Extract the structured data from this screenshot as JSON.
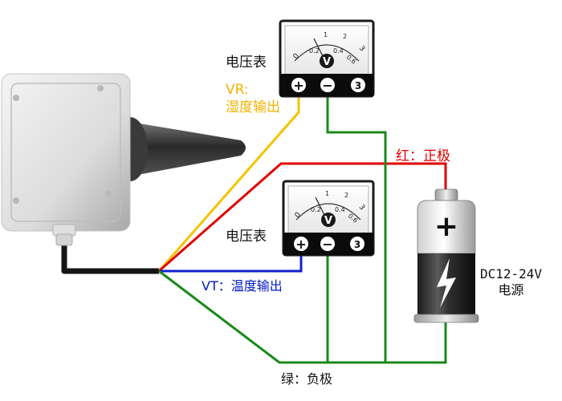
{
  "colors": {
    "vr_wire": "#f2c400",
    "positive_wire": "#e00000",
    "vt_wire": "#1020d0",
    "negative_wire": "#1a8a1a",
    "cable": "#151515"
  },
  "voltmeter_top": {
    "label": "电压表",
    "scale": [
      "0",
      "0.2",
      "1",
      "0.4",
      "2",
      "0.6",
      "3"
    ],
    "unit_symbol": "V",
    "terminals": [
      "+",
      "−",
      "3"
    ]
  },
  "voltmeter_bottom": {
    "label": "电压表",
    "scale": [
      "0",
      "0.2",
      "1",
      "0.4",
      "2",
      "0.6",
      "3"
    ],
    "unit_symbol": "V",
    "terminals": [
      "+",
      "−",
      "3"
    ]
  },
  "labels": {
    "vr_line1": "VR:",
    "vr_line2": "湿度输出",
    "positive": "红：正极",
    "vt": "VT：温度输出",
    "negative": "绿：负极",
    "power_line1": "DC12-24V",
    "power_line2": "电源"
  },
  "battery": {
    "plus_symbol": "+",
    "icon": "lightning-bolt-icon"
  },
  "sensor": {
    "icon": "temperature-humidity-transmitter-icon"
  }
}
